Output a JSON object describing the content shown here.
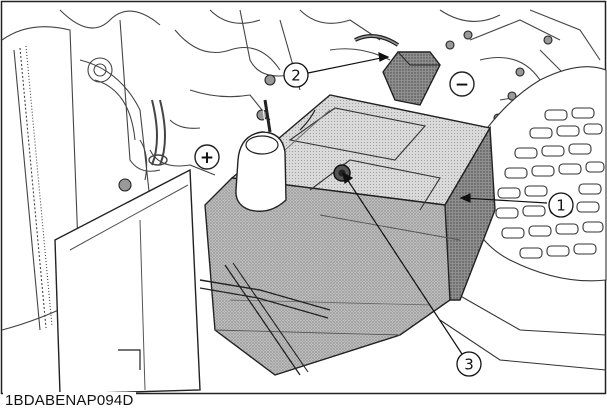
{
  "figure": {
    "code": "1BDABENAP094D",
    "terminals": {
      "negative_symbol": "−",
      "positive_symbol": "+"
    },
    "callouts": [
      {
        "label": "1"
      },
      {
        "label": "2"
      },
      {
        "label": "3"
      }
    ]
  }
}
